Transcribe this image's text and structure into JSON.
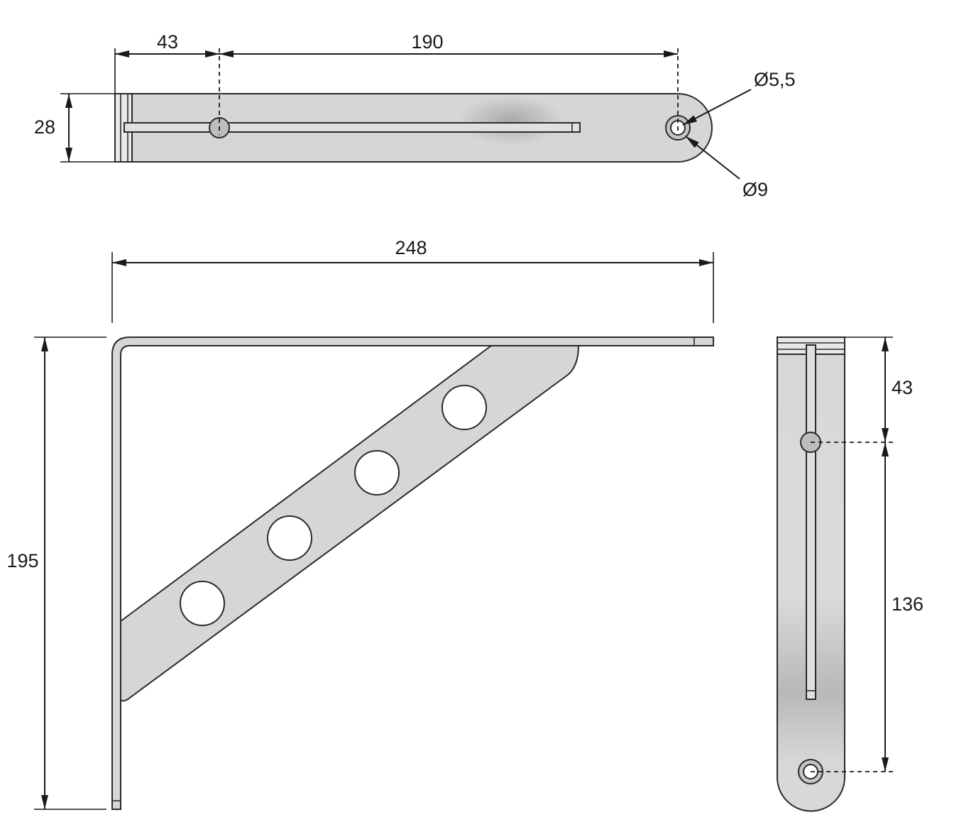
{
  "dimensions": {
    "top_hole_offset": "43",
    "top_hole_spacing": "190",
    "width": "28",
    "small_hole": "Ø5,5",
    "large_hole": "Ø9",
    "overall_length": "248",
    "overall_height": "195",
    "side_hole_offset": "43",
    "side_hole_spacing": "136"
  },
  "colors": {
    "metal_light": "#dcdcdc",
    "metal_dark": "#9a9a9a",
    "line": "#1a1a1a"
  }
}
